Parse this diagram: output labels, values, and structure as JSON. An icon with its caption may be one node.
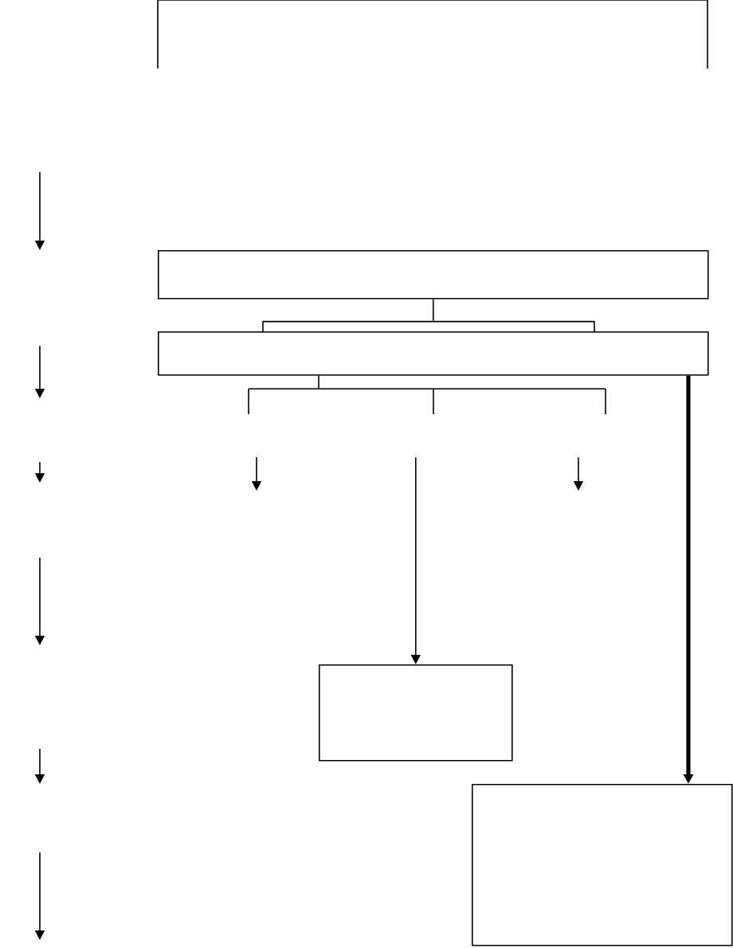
{
  "diagram": {
    "nodes": [
      {
        "text": [],
        "shape": "box"
      },
      {
        "text": [],
        "shape": "box"
      },
      {
        "text": [],
        "shape": "box"
      },
      {
        "text": [],
        "shape": "box"
      },
      {
        "text": [],
        "shape": "box"
      }
    ],
    "edges": [
      {
        "from": 1,
        "to": 2,
        "arrow": "none"
      },
      {
        "from": 2,
        "to": null,
        "arrow": "none"
      },
      {
        "from": 2,
        "to": 4,
        "arrow": "to",
        "style": "thick"
      },
      {
        "from": null,
        "to": 3,
        "arrow": "to"
      }
    ]
  }
}
